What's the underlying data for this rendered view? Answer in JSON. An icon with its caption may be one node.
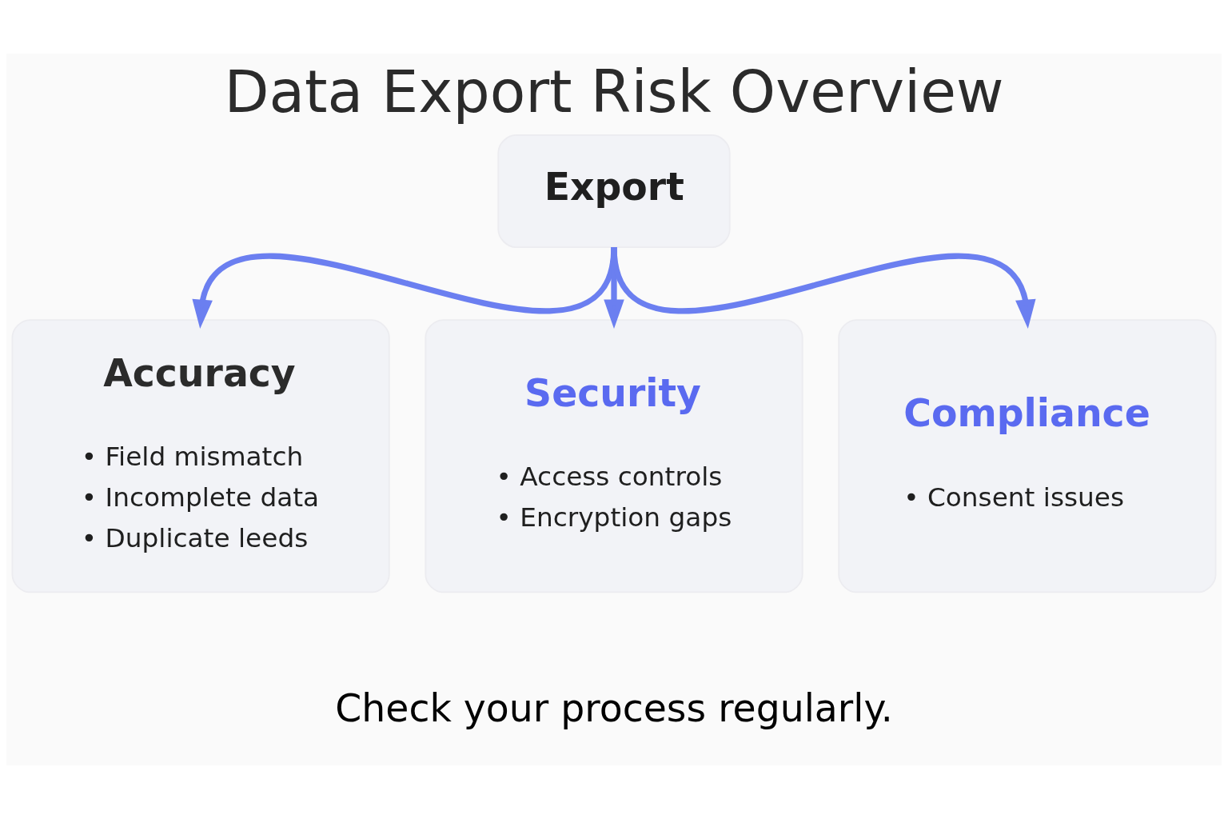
{
  "diagram": {
    "title": "Data Export Risk Overview",
    "caption": "Check your process regularly.",
    "nodes": [
      {
        "text": [
          "Export"
        ]
      },
      {
        "text": [
          "Accuracy",
          "• Field mismatch",
          "• Incomplete data",
          "• Duplicate leeds"
        ]
      },
      {
        "text": [
          "Security",
          "• Access controls",
          "• Encryption gaps"
        ]
      },
      {
        "text": [
          "Compliance",
          "• Consent issues"
        ]
      }
    ],
    "edges": [
      {
        "from": 0,
        "to": 1,
        "arrow": "to"
      },
      {
        "from": 0,
        "to": 2,
        "arrow": "to"
      },
      {
        "from": 0,
        "to": 3,
        "arrow": "to"
      }
    ]
  }
}
